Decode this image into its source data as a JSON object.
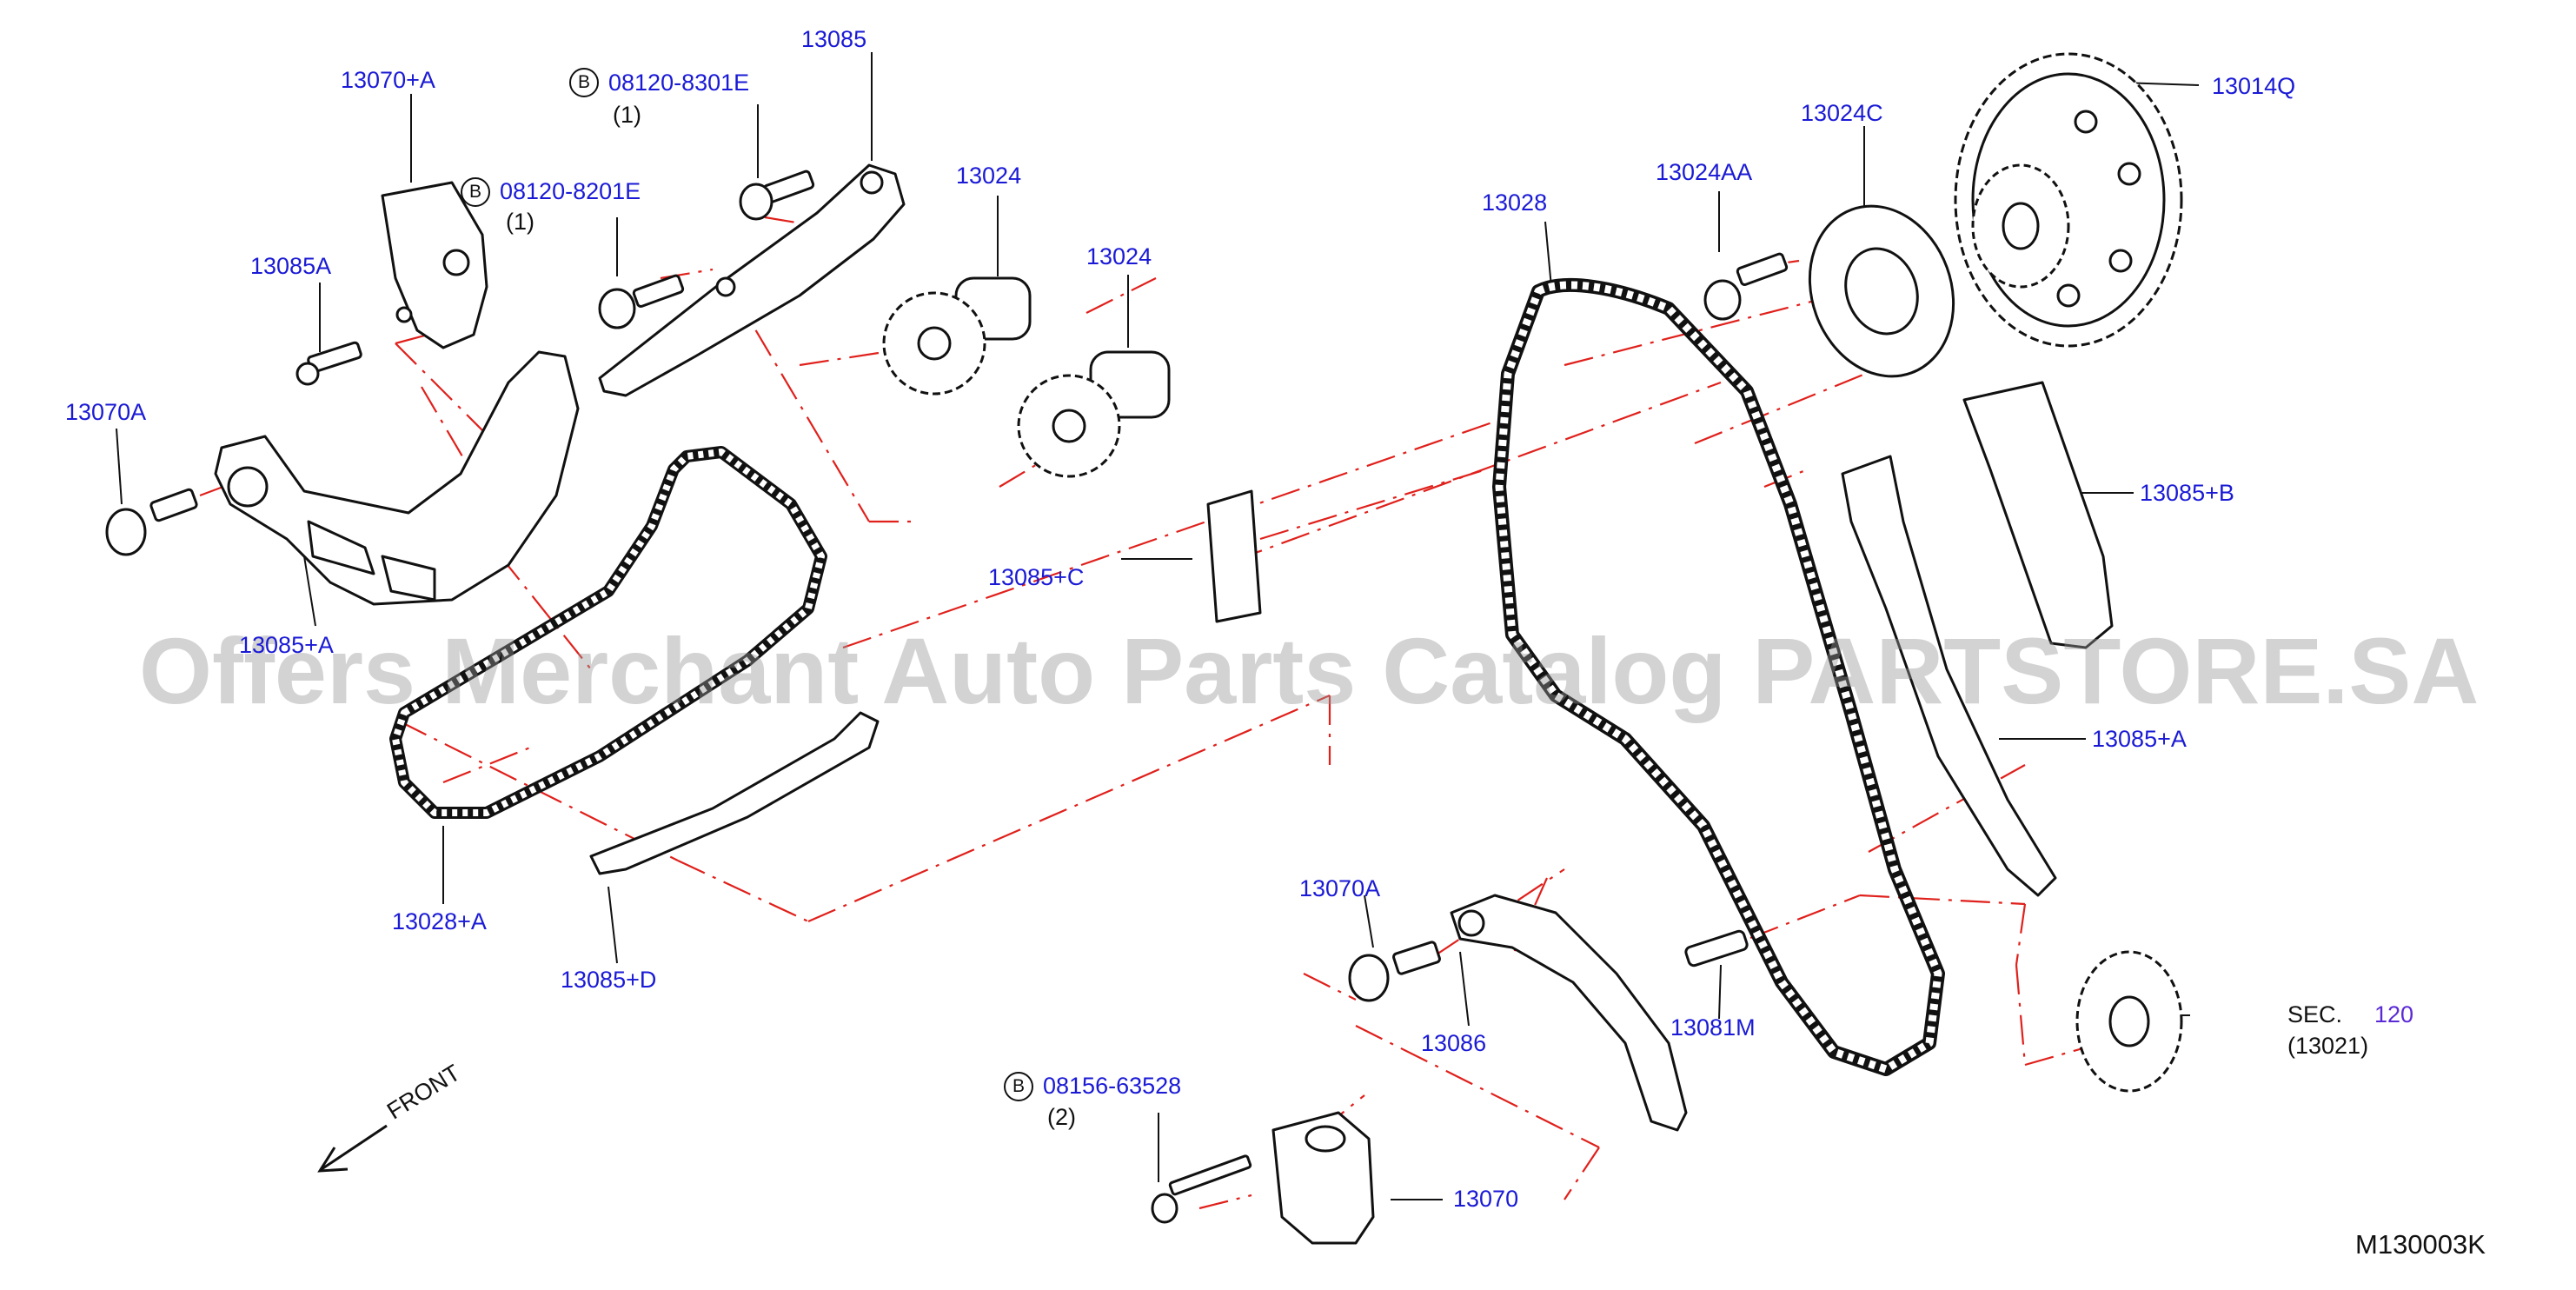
{
  "parts": {
    "p13070_plus_a": "13070+A",
    "p08120_8301e": "08120-8301E",
    "p08120_8301e_qty": "(1)",
    "p13085": "13085",
    "p08120_8201e": "08120-8201E",
    "p08120_8201e_qty": "(1)",
    "p13024_a": "13024",
    "p13024_b": "13024",
    "p13085a": "13085A",
    "p13070a_top": "13070A",
    "p13085_plus_a_left": "13085+A",
    "p13085_plus_c": "13085+C",
    "p13028_plus_a": "13028+A",
    "p13085_plus_d": "13085+D",
    "p13028": "13028",
    "p13024aa": "13024AA",
    "p13024c": "13024C",
    "p13014q": "13014Q",
    "p13085_plus_b": "13085+B",
    "p13085_plus_a_right": "13085+A",
    "p13070a_bottom": "13070A",
    "p13086": "13086",
    "p13081m": "13081M",
    "sec_label": "SEC.",
    "sec_number": "120",
    "sec_sub": "(13021)",
    "p08156_63528": "08156-63528",
    "p08156_63528_qty": "(2)",
    "p13070": "13070"
  },
  "bolt_symbol": "B",
  "front_label": "FRONT",
  "watermark": "Offers Merchant Auto Parts Catalog PARTSTORE.SA",
  "diagram_code": "M130003K",
  "colors": {
    "part_number": "#1a1ad6",
    "section_ref": "#5a2ad6",
    "line_art": "#111111",
    "reference_dash": "#e0201b",
    "watermark": "#969696"
  }
}
